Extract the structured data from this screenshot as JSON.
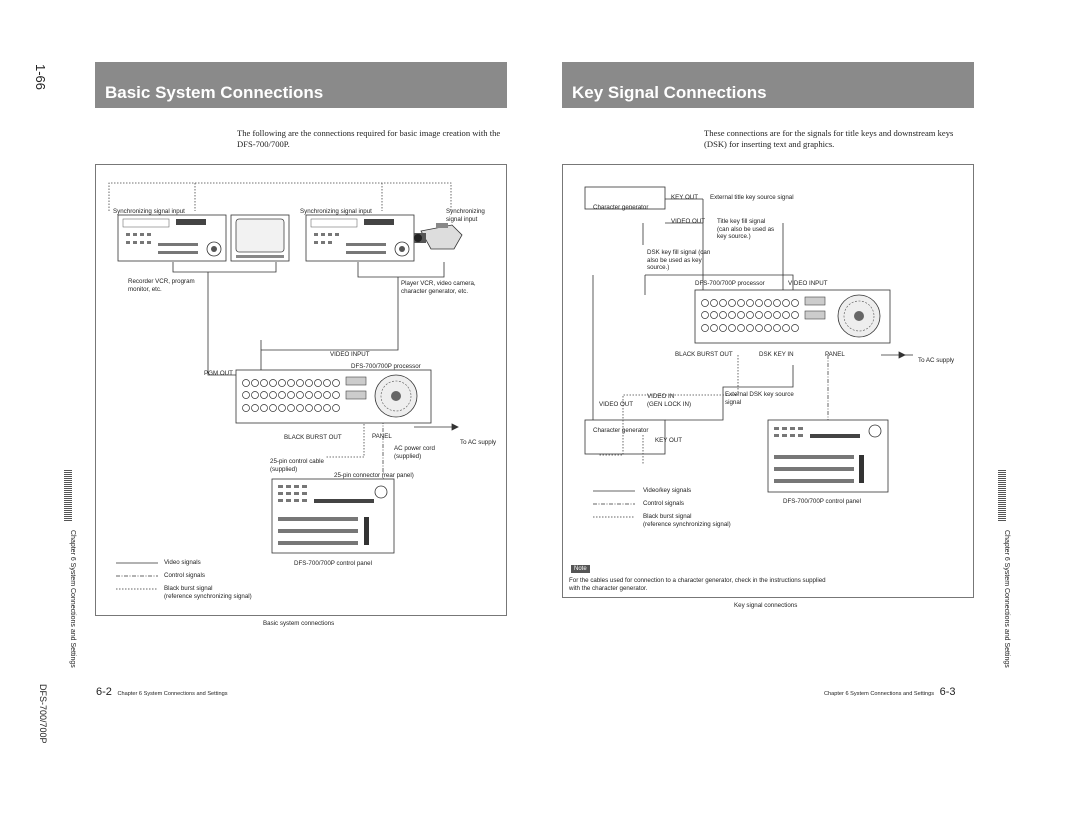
{
  "side_page_number": "1-66",
  "side_model": "DFS-700/700P",
  "left_page": {
    "title": "Basic System Connections",
    "intro": "The following are the connections required for basic image creation with the DFS-700/700P.",
    "labels": {
      "sync_in_1": "Synchronizing signal input",
      "sync_in_2": "Synchronizing signal input",
      "sync_in_3": "Synchronizing\nsignal input",
      "recorder": "Recorder VCR, program\nmonitor, etc.",
      "player": "Player VCR, video camera,\ncharacter generator, etc.",
      "video_input": "VIDEO INPUT",
      "processor": "DFS-700/700P processor",
      "pgm_out": "PGM OUT",
      "black_burst_out": "BLACK BURST OUT",
      "panel": "PANEL",
      "to_ac": "To AC supply",
      "ac_cord": "AC power cord\n(supplied)",
      "control_cable": "25-pin control cable\n(supplied)",
      "connector": "25-pin connector (rear panel)",
      "control_panel": "DFS-700/700P control panel"
    },
    "legend": [
      "Video signals",
      "Control signals",
      "Black burst signal\n(reference synchronizing signal)"
    ],
    "caption": "Basic system connections",
    "side_chapter": "Chapter 6   System Connections and Settings",
    "footer_num": "6-2",
    "footer_text": "Chapter 6   System Connections and Settings"
  },
  "right_page": {
    "title": "Key Signal Connections",
    "intro": "These connections are for the signals for title keys and downstream keys (DSK) for inserting text and graphics.",
    "labels": {
      "char_gen_1": "Character generator",
      "key_out_1": "KEY OUT",
      "ext_title_key": "External title key source signal",
      "video_out_1": "VIDEO OUT",
      "title_fill": "Title key fill signal\n(can also be used as\nkey source.)",
      "dsk_fill": "DSK key fill signal (can\nalso be used as key\nsource.)",
      "processor": "DFS-700/700P processor",
      "video_input": "VIDEO INPUT",
      "black_burst_out": "BLACK BURST OUT",
      "dsk_key_in": "DSK KEY IN",
      "panel": "PANEL",
      "to_ac": "To AC supply",
      "video_in": "VIDEO IN\n(GEN LOCK IN)",
      "video_out_2": "VIDEO OUT",
      "ext_dsk": "External DSK key source\nsignal",
      "char_gen_2": "Character generator",
      "key_out_2": "KEY OUT",
      "control_panel": "DFS-700/700P control panel"
    },
    "legend": [
      "Video/key signals",
      "Control signals",
      "Black burst signal\n(reference synchronizing signal)"
    ],
    "note_label": "Note",
    "note_text": "For the cables used for connection to a character generator, check in the instructions supplied\nwith the character generator.",
    "caption": "Key signal connections",
    "side_chapter": "Chapter 6   System Connections and Settings",
    "footer_text": "Chapter 6   System Connections and Settings",
    "footer_num": "6-3"
  }
}
